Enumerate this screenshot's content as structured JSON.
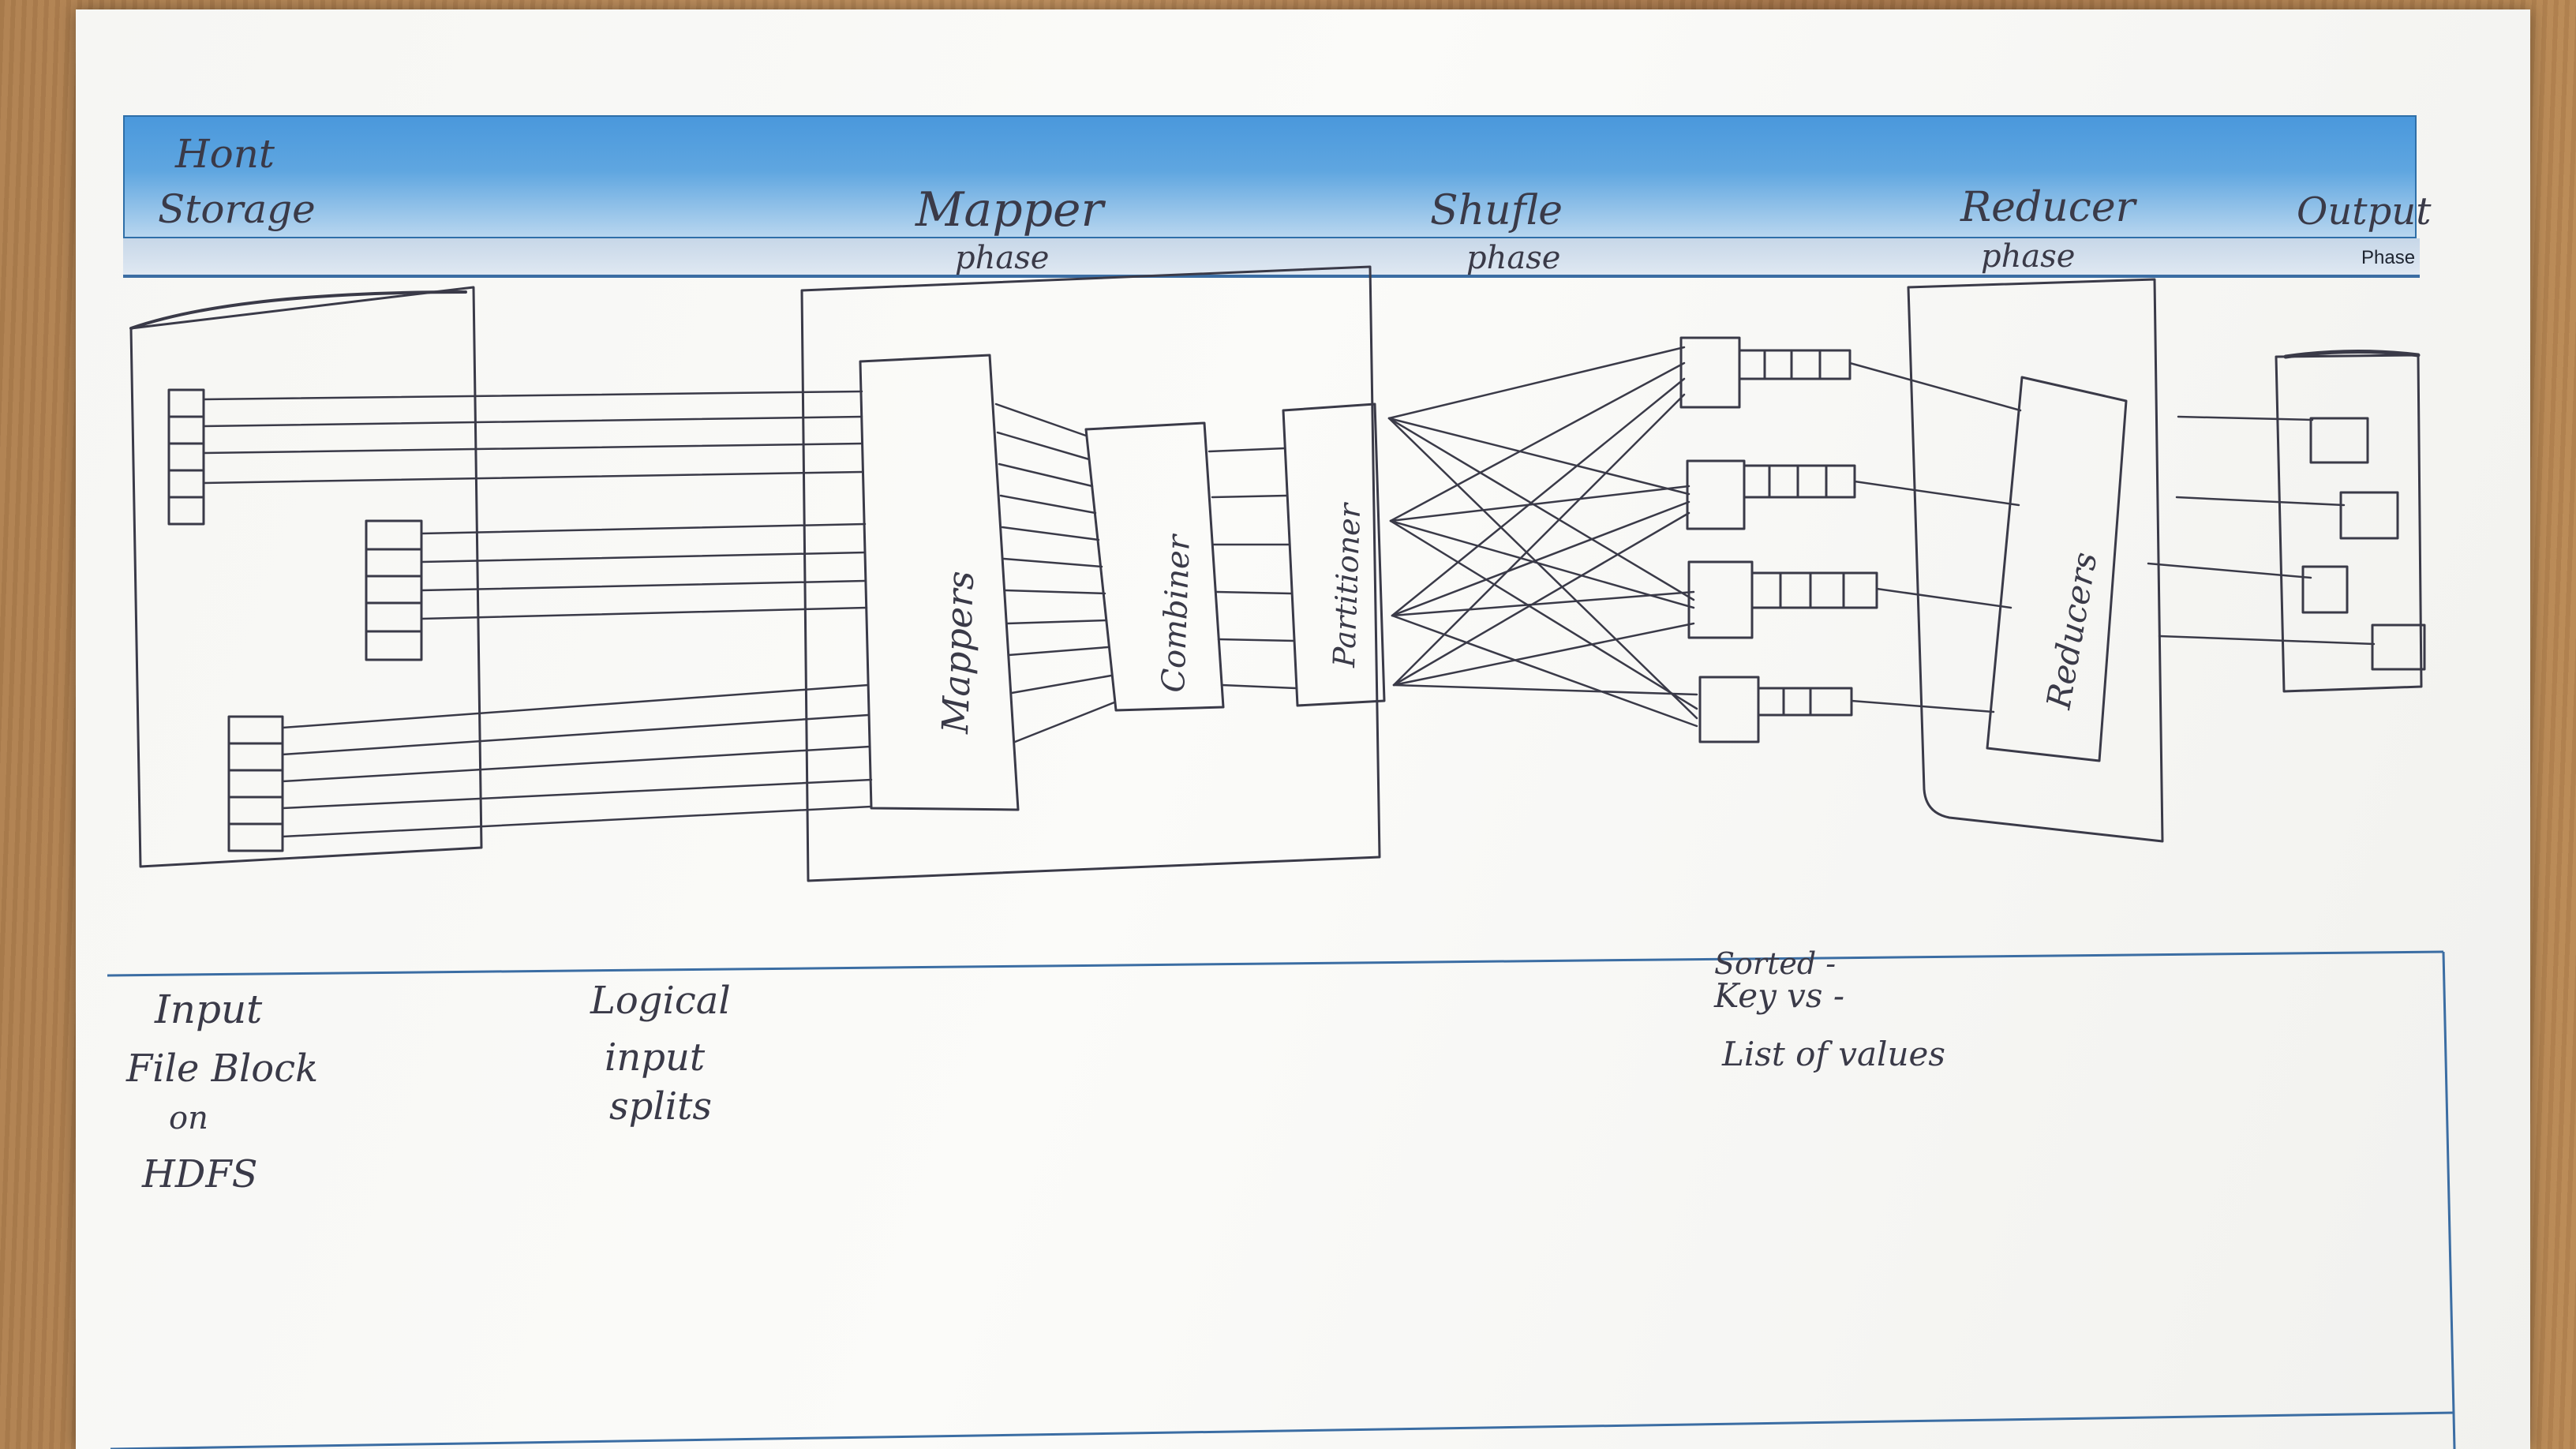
{
  "headers": {
    "col1": [
      "Hont",
      "Storage"
    ],
    "col2": [
      "Mapper",
      "phase"
    ],
    "col3": [
      "Shufle",
      "phase"
    ],
    "col4": [
      "Reducer",
      "phase"
    ],
    "col5": [
      "Output",
      "Phase"
    ]
  },
  "components": {
    "mappers": "Mappers",
    "combiner": "Combiner",
    "partitioner": "Partitioner",
    "reducers": "Reducers"
  },
  "notes": {
    "input_block": [
      "Input",
      "File Block",
      "on",
      "HDFS"
    ],
    "logical_splits": [
      "Logical",
      "input",
      "splits"
    ],
    "sorted": [
      "Sorted -",
      "Key vs -",
      "List of values"
    ]
  },
  "colors": {
    "band": "#4a98dc",
    "ink": "#3a3a48",
    "rule": "#3b6da3"
  }
}
